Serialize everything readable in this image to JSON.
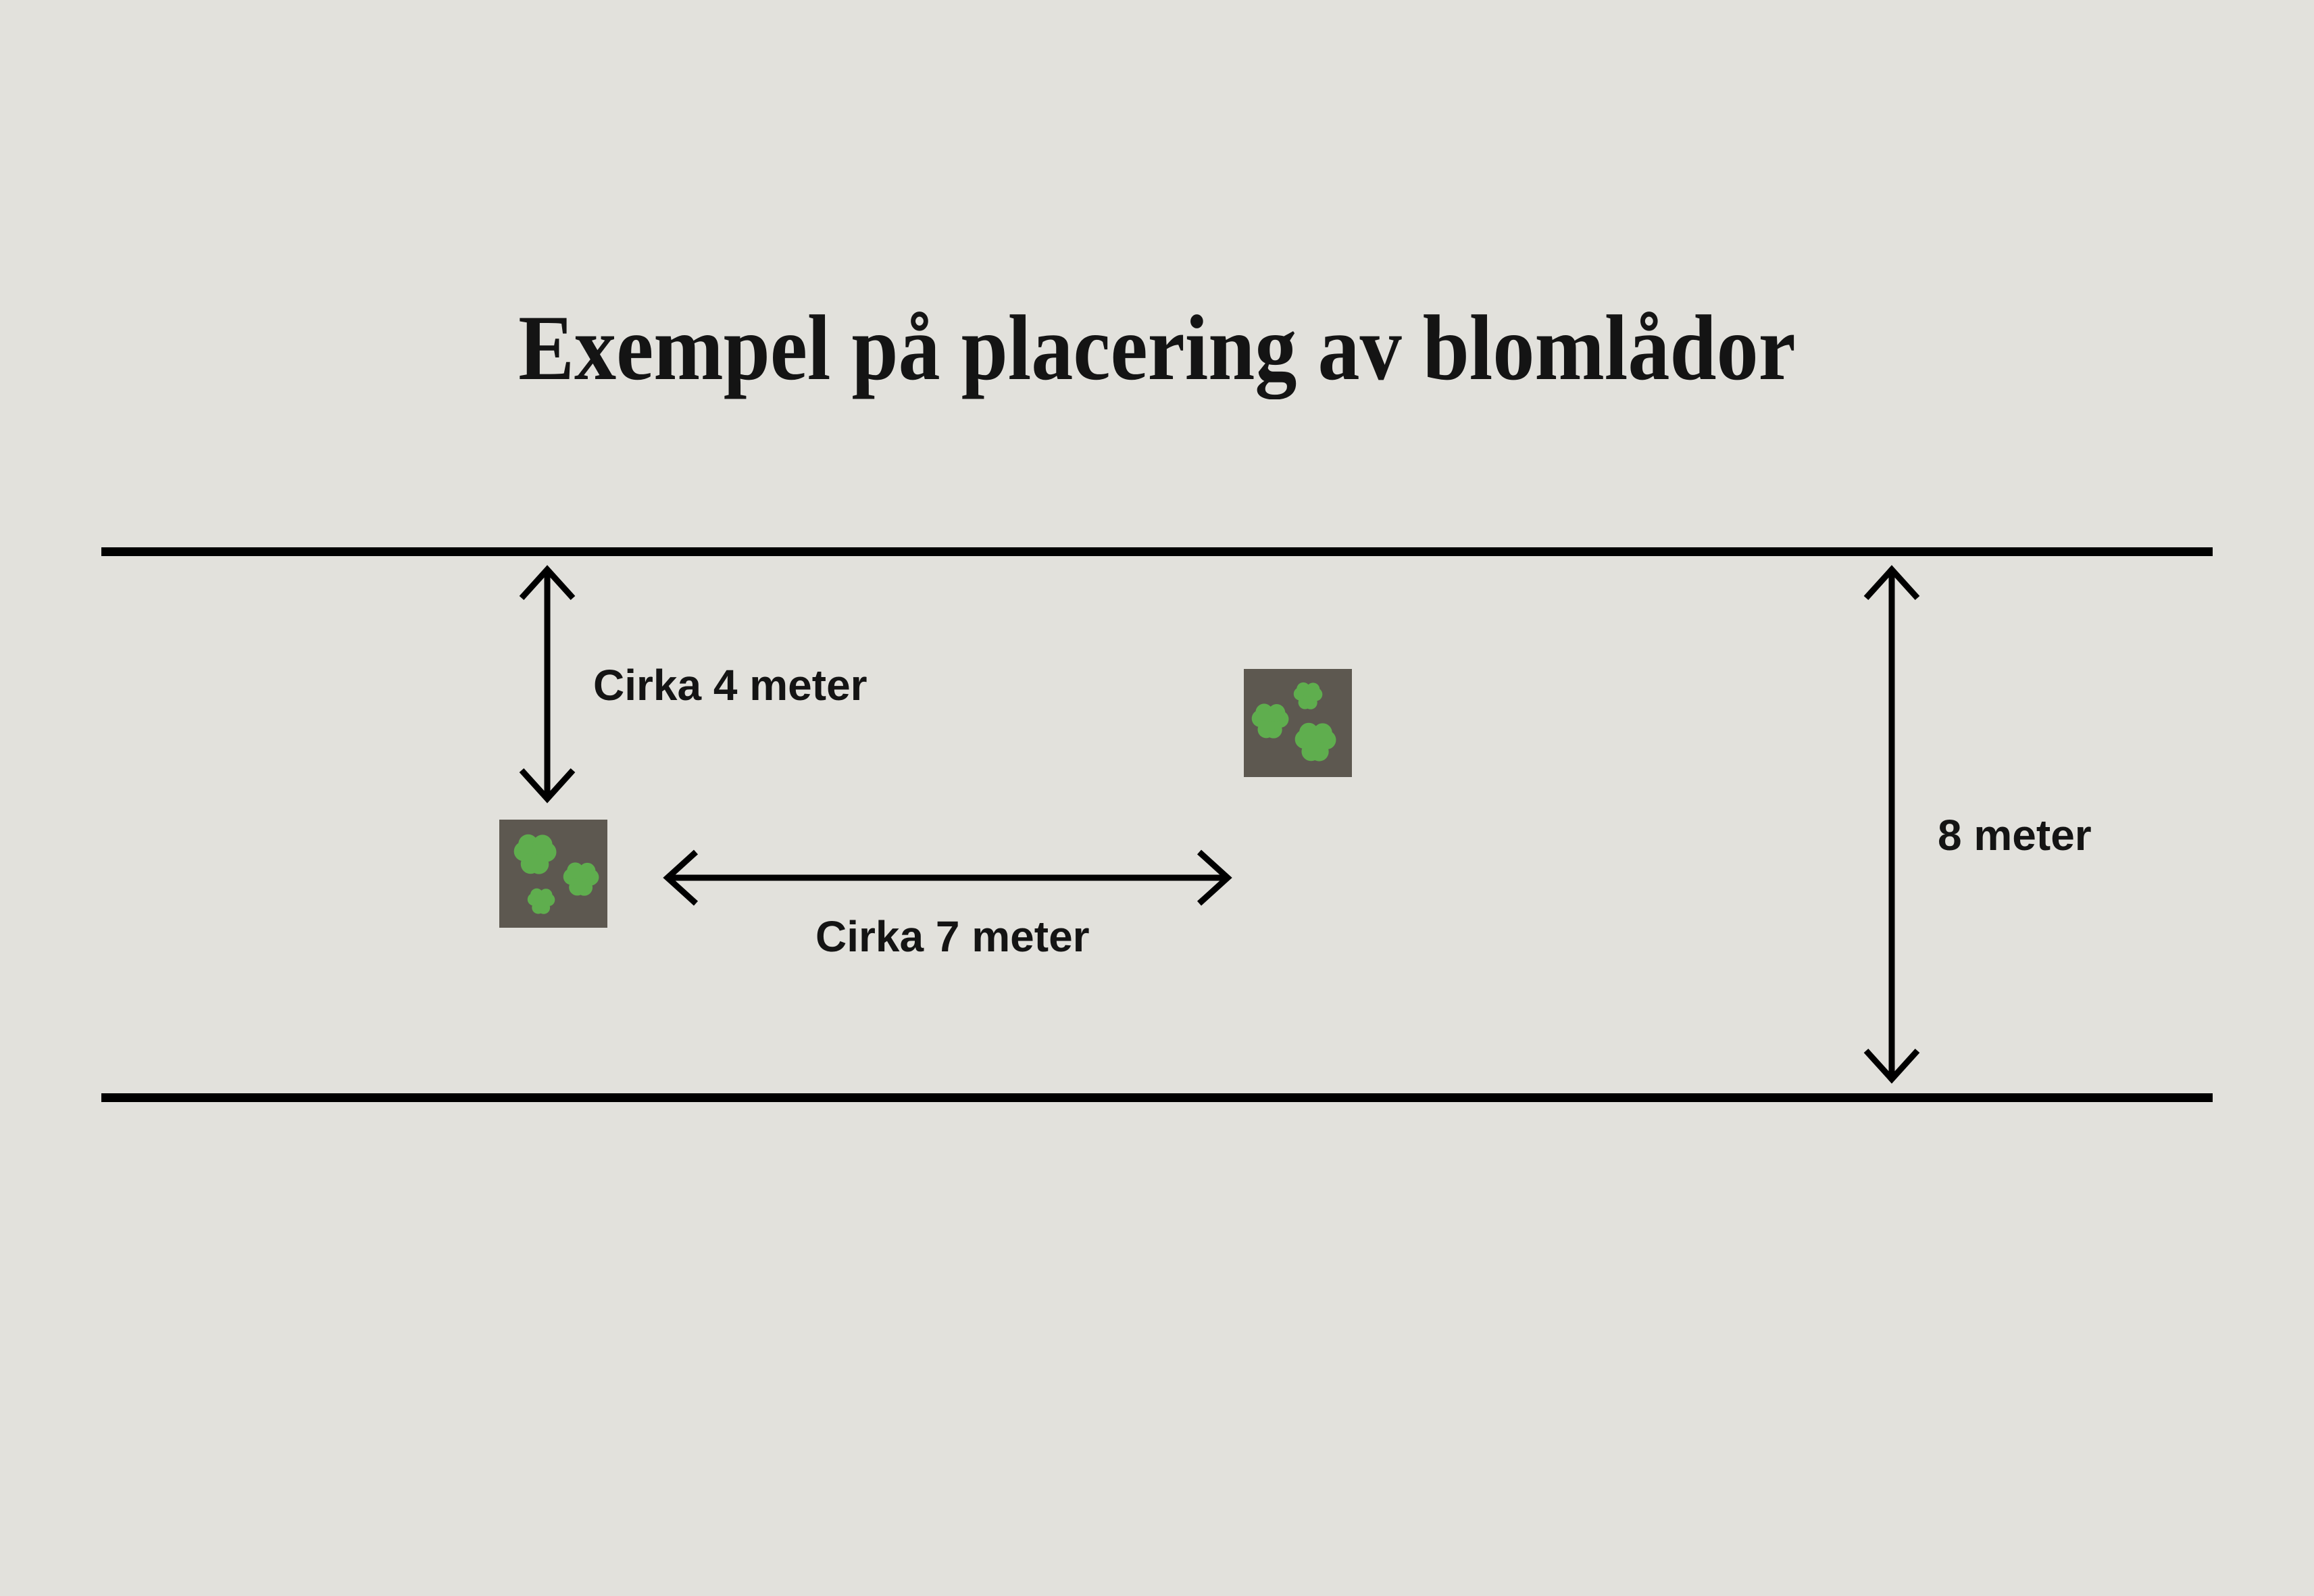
{
  "diagram": {
    "title": "Exempel på placering av blomlådor",
    "measurements": [
      {
        "name": "distance-from-road-edge",
        "label": "Cirka 4 meter",
        "orientation": "vertical"
      },
      {
        "name": "distance-between-boxes",
        "label": "Cirka 7 meter",
        "orientation": "horizontal"
      },
      {
        "name": "road-width",
        "label": "8 meter",
        "orientation": "vertical"
      }
    ],
    "flower_boxes": [
      {
        "name": "left-flower-box",
        "flower_count": 3
      },
      {
        "name": "right-flower-box",
        "flower_count": 3
      }
    ],
    "icons": [
      "flower-icon",
      "double-headed-arrow-icon"
    ],
    "colors": {
      "background": "#e2e1dc",
      "line": "#000000",
      "soil": "#5d5850",
      "flower_green": "#5fae4e",
      "text": "#141414"
    }
  }
}
